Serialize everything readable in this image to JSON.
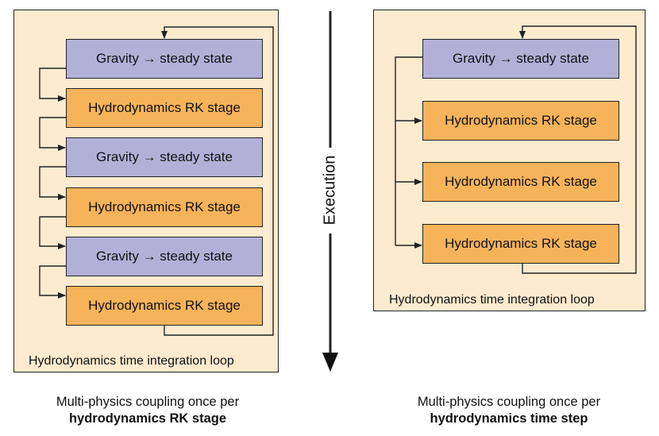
{
  "left": {
    "stages": [
      {
        "kind": "gravity",
        "label": "Gravity → steady state"
      },
      {
        "kind": "hydro",
        "label": "Hydrodynamics RK stage"
      },
      {
        "kind": "gravity",
        "label": "Gravity → steady state"
      },
      {
        "kind": "hydro",
        "label": "Hydrodynamics RK stage"
      },
      {
        "kind": "gravity",
        "label": "Gravity → steady state"
      },
      {
        "kind": "hydro",
        "label": "Hydrodynamics RK stage"
      }
    ],
    "loop_label": "Hydrodynamics time integration loop",
    "caption_line1": "Multi-physics coupling once per",
    "caption_line2": "hydrodynamics RK stage"
  },
  "right": {
    "stages": [
      {
        "kind": "gravity",
        "label": "Gravity → steady state"
      },
      {
        "kind": "hydro",
        "label": "Hydrodynamics RK stage"
      },
      {
        "kind": "hydro",
        "label": "Hydrodynamics RK stage"
      },
      {
        "kind": "hydro",
        "label": "Hydrodynamics RK stage"
      }
    ],
    "loop_label": "Hydrodynamics time integration loop",
    "caption_line1": "Multi-physics coupling once per",
    "caption_line2": "hydrodynamics time step"
  },
  "axis": {
    "label": "Execution"
  },
  "colors": {
    "panel": "#fdebd0",
    "gravity": "#b3b0d8",
    "hydro": "#f6b35a",
    "line": "#222222"
  }
}
